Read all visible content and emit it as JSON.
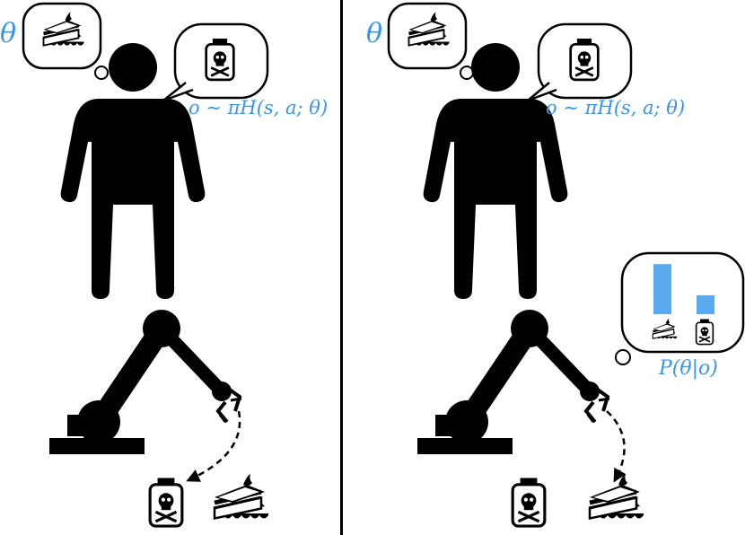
{
  "colors": {
    "accent": "#3a95e6",
    "ink": "#000000",
    "bar": "#5aaaf0"
  },
  "left_panel": {
    "theta_label": "θ",
    "formula_label": "o  ∼ πH(s, a; θ)",
    "icons": [
      "cake-icon",
      "poison-bottle-icon",
      "person-icon",
      "robot-arm-icon"
    ]
  },
  "right_panel": {
    "theta_label": "θ",
    "formula_label": "o  ∼ πH(s, a; θ)",
    "posterior_label": "P(θ|o)",
    "chart_data": {
      "type": "bar",
      "categories": [
        "cake",
        "poison"
      ],
      "values": [
        0.9,
        0.34
      ],
      "title": "",
      "xlabel": "",
      "ylabel": "",
      "ylim": [
        0,
        1
      ]
    }
  }
}
